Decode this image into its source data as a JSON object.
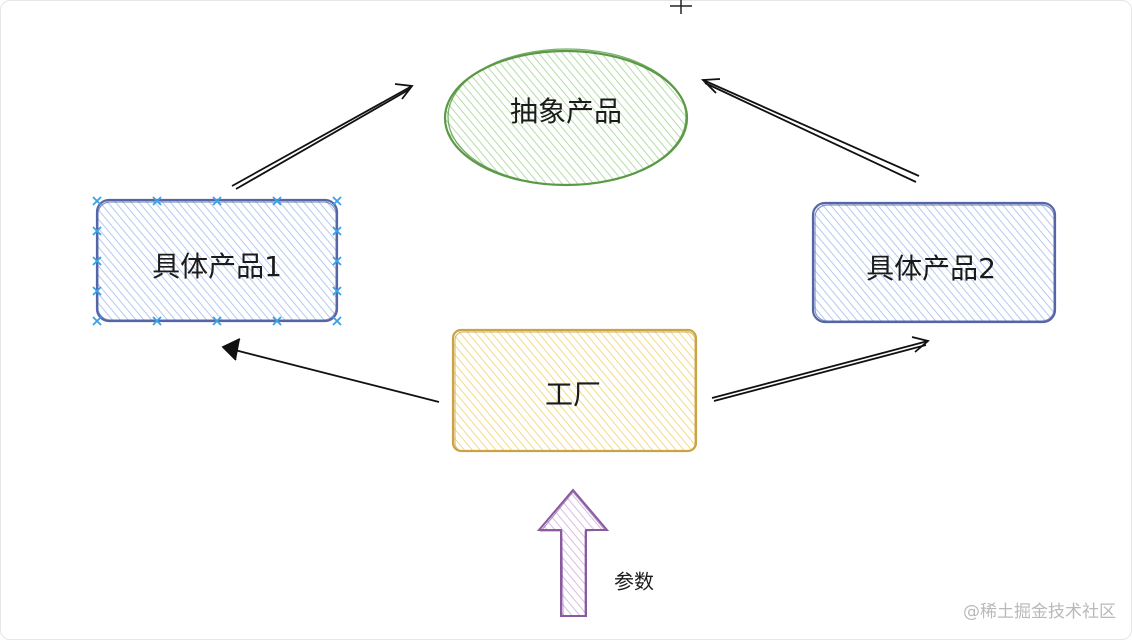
{
  "nodes": {
    "abstract_product": {
      "label": "抽象产品",
      "fill": "#c9e6c0",
      "stroke": "#5a9a46"
    },
    "concrete_product_1": {
      "label": "具体产品1",
      "fill": "#c4d5f5",
      "stroke": "#5566a8"
    },
    "concrete_product_2": {
      "label": "具体产品2",
      "fill": "#c4d5f5",
      "stroke": "#5566a8"
    },
    "factory": {
      "label": "工厂",
      "fill": "#f7e3a0",
      "stroke": "#c9a548"
    },
    "params": {
      "label": "参数",
      "fill": "#e0cbe8",
      "stroke": "#8a5aa0"
    }
  },
  "selection_color": "#3aa0e8",
  "watermark": "@稀土掘金技术社区"
}
